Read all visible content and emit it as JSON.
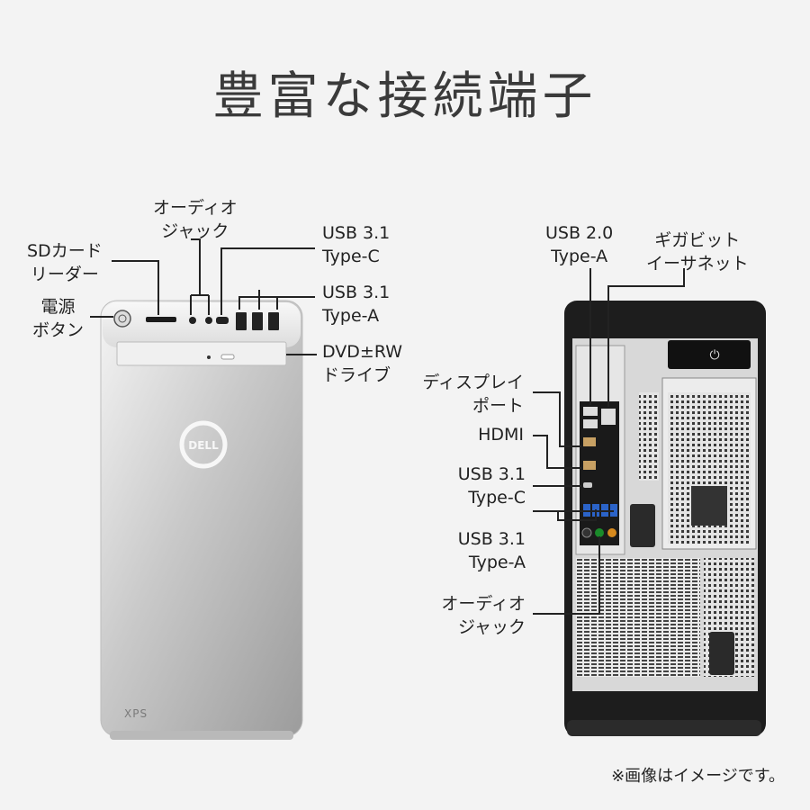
{
  "title": "豊富な接続端子",
  "front": {
    "labels": {
      "audio_jack": "オーディオ\nジャック",
      "sd_reader": "SDカード\nリーダー",
      "power_button": "電源\nボタン",
      "usb_c": "USB 3.1\nType-C",
      "usb_a": "USB 3.1\nType-A",
      "dvd": "DVD±RW\nドライブ"
    },
    "logo": "DELL",
    "model": "XPS"
  },
  "rear": {
    "labels": {
      "usb2": "USB 2.0\nType-A",
      "ethernet": "ギガビット\nイーサネット",
      "displayport": "ディスプレイ\nポート",
      "hdmi": "HDMI",
      "usb_c": "USB 3.1\nType-C",
      "usb_a": "USB 3.1\nType-A",
      "audio_jack": "オーディオ\nジャック"
    }
  },
  "note": "※画像はイメージです。",
  "colors": {
    "background": "#f3f3f3",
    "text": "#222222",
    "silver_light": "#e8e8e8",
    "silver_dark": "#9a9a9a",
    "case_black": "#1c1c1c",
    "usb3_blue": "#2b63c8"
  },
  "icons": [
    "power-icon",
    "dell-logo-icon",
    "usb-icon",
    "ethernet-icon"
  ]
}
